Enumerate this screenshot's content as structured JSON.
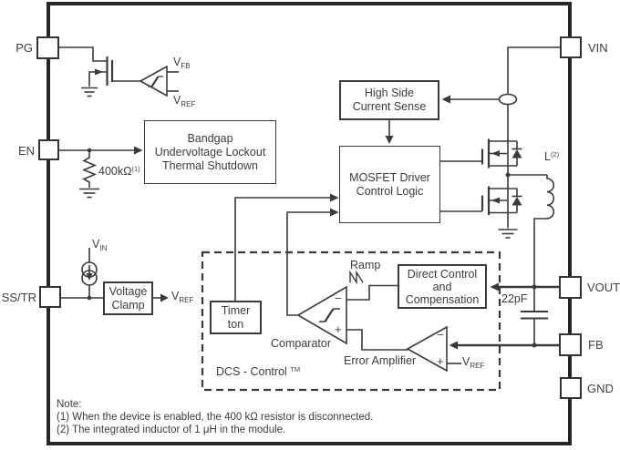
{
  "pins": {
    "pg": "PG",
    "en": "EN",
    "sstr": "SS/TR",
    "vin": "VIN",
    "vout": "VOUT",
    "fb": "FB",
    "gnd": "GND"
  },
  "blocks": {
    "bandgap": {
      "line1": "Bandgap",
      "line2": "Undervoltage Lockout",
      "line3": "Thermal Shutdown"
    },
    "high_side_current_sense": {
      "line1": "High Side",
      "line2": "Current Sense"
    },
    "mosfet_driver": {
      "line1": "MOSFET Driver",
      "line2": "Control Logic"
    },
    "timer": {
      "line1": "Timer",
      "line2": "ton"
    },
    "direct_control": {
      "line1": "Direct Control",
      "line2": "and",
      "line3": "Compensation"
    },
    "voltage_clamp": {
      "line1": "Voltage",
      "line2": "Clamp"
    }
  },
  "labels": {
    "v_fb": {
      "base": "V",
      "sub": "FB"
    },
    "v_ref_pg": {
      "base": "V",
      "sub": "REF"
    },
    "v_ref_clamp": {
      "base": "V",
      "sub": "REF"
    },
    "v_ref_ea": {
      "base": "V",
      "sub": "REF"
    },
    "v_in": {
      "base": "V",
      "sub": "IN"
    },
    "resistor": {
      "value": "400kΩ",
      "sup": "(1)"
    },
    "inductor": {
      "base": "L",
      "sup": "(2)"
    },
    "capacitor": "22pF",
    "ramp": "Ramp",
    "comparator": "Comparator",
    "error_amplifier": "Error Amplifier",
    "dcs_control": {
      "base": "DCS - Control",
      "sup": "TM"
    },
    "minus_sign": "−",
    "plus_sign": "+"
  },
  "note": {
    "title": "Note:",
    "line1": "(1) When the device is enabled, the 400 kΩ resistor is disconnected.",
    "line2": "(2) The integrated inductor of 1 μH in the module."
  },
  "colors": {
    "line": "#3a3a3a",
    "border": "#262626",
    "background": "#ffffff"
  }
}
